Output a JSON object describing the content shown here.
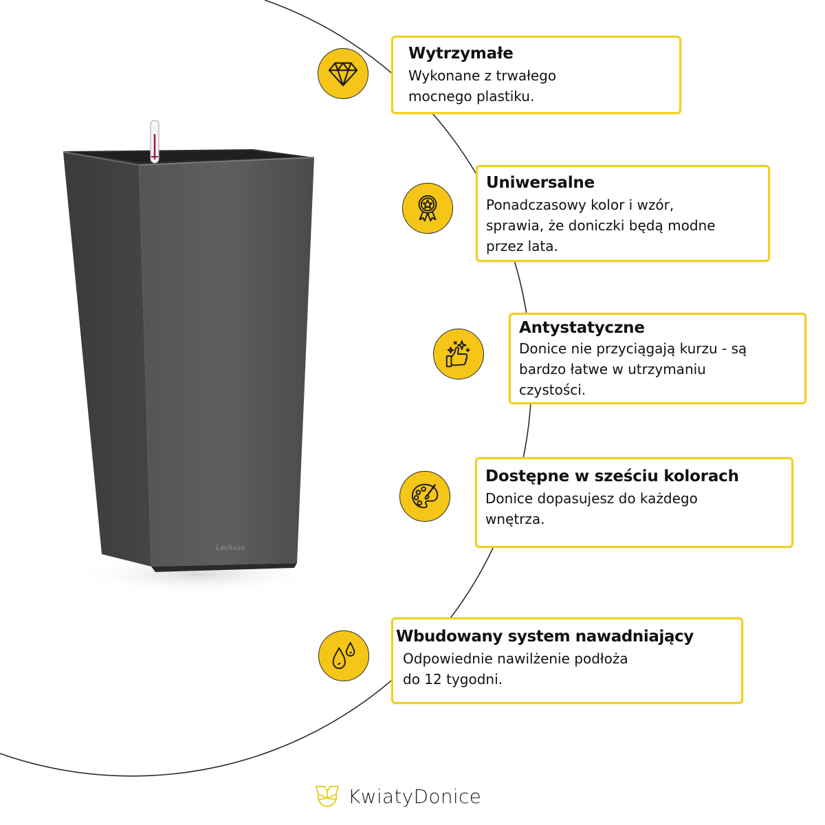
{
  "colors": {
    "accent_yellow": "#f5c518",
    "card_border": "#f0d020",
    "pot_color": "#4a4a4c",
    "text": "#111111"
  },
  "features": [
    {
      "icon": "diamond-icon",
      "title": "Wytrzymałe",
      "lines": [
        "Wykonane z trwałego",
        "mocnego plastiku."
      ]
    },
    {
      "icon": "medal-icon",
      "title": "Uniwersalne",
      "lines": [
        "Ponadczasowy kolor i wzór,",
        "sprawia, że doniczki będą modne",
        "przez lata."
      ]
    },
    {
      "icon": "thumbs-up-sparkle-icon",
      "title": "Antystatyczne",
      "lines": [
        "Donice nie przyciągają kurzu - są",
        "bardzo łatwe w utrzymaniu",
        "czystości."
      ]
    },
    {
      "icon": "palette-icon",
      "title": "Dostępne w sześciu kolorach",
      "lines": [
        "Donice dopasujesz do każdego",
        "wnętrza."
      ]
    },
    {
      "icon": "water-drops-icon",
      "title": "Wbudowany system nawadniający",
      "lines": [
        "Odpowiednie nawilżenie podłoża",
        "do 12 tygodni."
      ]
    }
  ],
  "product": {
    "logo_signature": "Lechuza"
  },
  "brand": {
    "name": "KwiatyDonice",
    "icon": "butterfly-logo-icon"
  }
}
